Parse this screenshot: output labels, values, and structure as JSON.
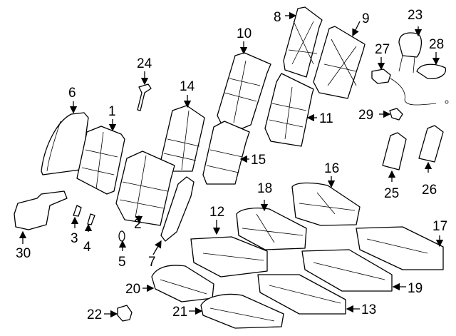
{
  "diagram": {
    "title": "Rear Seat Components (exploded view)",
    "callouts": [
      {
        "id": "1",
        "text": "1"
      },
      {
        "id": "2",
        "text": "2"
      },
      {
        "id": "3",
        "text": "3"
      },
      {
        "id": "4",
        "text": "4"
      },
      {
        "id": "5",
        "text": "5"
      },
      {
        "id": "6",
        "text": "6"
      },
      {
        "id": "7",
        "text": "7"
      },
      {
        "id": "8",
        "text": "8"
      },
      {
        "id": "9",
        "text": "9"
      },
      {
        "id": "10",
        "text": "10"
      },
      {
        "id": "11",
        "text": "11"
      },
      {
        "id": "12",
        "text": "12"
      },
      {
        "id": "13",
        "text": "13"
      },
      {
        "id": "14",
        "text": "14"
      },
      {
        "id": "15",
        "text": "15"
      },
      {
        "id": "16",
        "text": "16"
      },
      {
        "id": "17",
        "text": "17"
      },
      {
        "id": "18",
        "text": "18"
      },
      {
        "id": "19",
        "text": "19"
      },
      {
        "id": "20",
        "text": "20"
      },
      {
        "id": "21",
        "text": "21"
      },
      {
        "id": "22",
        "text": "22"
      },
      {
        "id": "23",
        "text": "23"
      },
      {
        "id": "24",
        "text": "24"
      },
      {
        "id": "25",
        "text": "25"
      },
      {
        "id": "26",
        "text": "26"
      },
      {
        "id": "27",
        "text": "27"
      },
      {
        "id": "28",
        "text": "28"
      },
      {
        "id": "29",
        "text": "29"
      },
      {
        "id": "30",
        "text": "30"
      }
    ]
  }
}
